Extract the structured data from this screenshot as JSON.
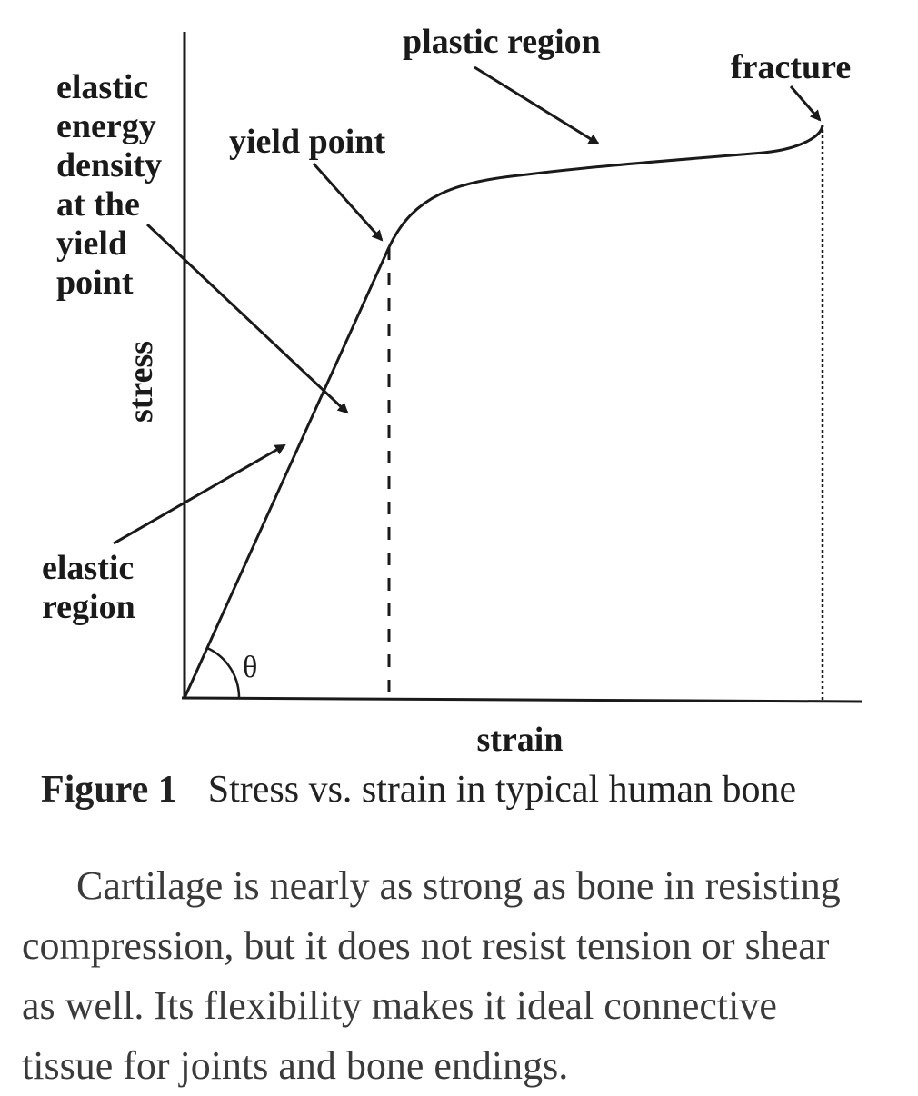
{
  "figure": {
    "axes": {
      "xlabel": "strain",
      "ylabel": "stress",
      "angle_symbol": "θ"
    },
    "annotations": {
      "plastic_region": "plastic region",
      "fracture": "fracture",
      "yield_point": "yield point",
      "elastic_energy": [
        "elastic",
        "energy",
        "density",
        "at the",
        "yield",
        "point"
      ],
      "elastic_region": [
        "elastic",
        "region"
      ]
    },
    "caption": {
      "label": "Figure 1",
      "title": "Stress vs. strain in typical human bone"
    }
  },
  "paragraph": {
    "lines": [
      "Cartilage is nearly as strong as bone in resisting",
      "compression, but it does not resist tension or shear",
      "as well. Its flexibility makes it ideal connective",
      "tissue for joints and bone endings."
    ]
  }
}
